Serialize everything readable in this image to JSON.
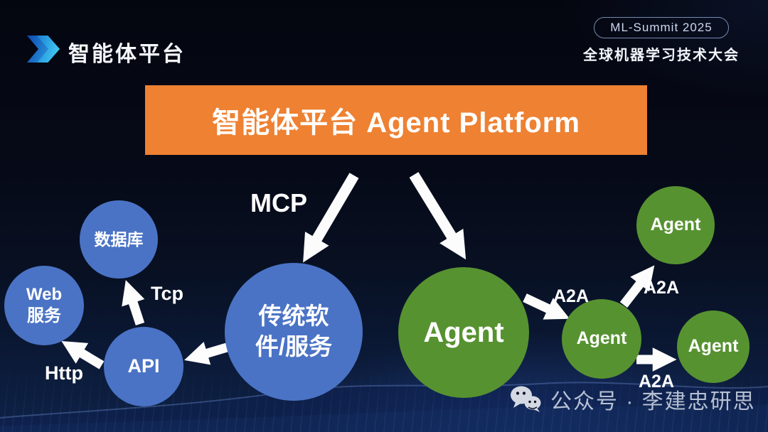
{
  "slide": {
    "header": {
      "logo_icon": "double-chevron",
      "title": "智能体平台"
    },
    "event": {
      "badge": "ML-Summit 2025",
      "name": "全球机器学习技术大会"
    },
    "banner": {
      "title": "智能体平台 Agent Platform"
    },
    "diagram": {
      "nodes": {
        "database": {
          "label": "数据库",
          "color": "#4A73C5"
        },
        "web_service": {
          "label": "Web\n服务",
          "color": "#4A73C5"
        },
        "api": {
          "label": "API",
          "color": "#4A73C5"
        },
        "legacy_software": {
          "label": "传统软\n件/服务",
          "color": "#4A73C5"
        },
        "agent_main": {
          "label": "Agent",
          "color": "#579231"
        },
        "agent_top_right": {
          "label": "Agent",
          "color": "#579231"
        },
        "agent_mid_right": {
          "label": "Agent",
          "color": "#579231"
        },
        "agent_bottom_right": {
          "label": "Agent",
          "color": "#579231"
        }
      },
      "edges": [
        {
          "from": "agent_platform_banner",
          "to": "legacy_software",
          "label": "MCP"
        },
        {
          "from": "agent_platform_banner",
          "to": "agent_main",
          "label": ""
        },
        {
          "from": "api",
          "to": "database",
          "label": "Tcp"
        },
        {
          "from": "api",
          "to": "web_service",
          "label": "Http"
        },
        {
          "from": "legacy_software",
          "to": "api",
          "label": ""
        },
        {
          "from": "agent_main",
          "to": "agent_mid_right",
          "label": "A2A"
        },
        {
          "from": "agent_mid_right",
          "to": "agent_top_right",
          "label": "A2A"
        },
        {
          "from": "agent_mid_right",
          "to": "agent_bottom_right",
          "label": "A2A"
        }
      ]
    },
    "watermark": {
      "icon": "wechat",
      "text": "公众号 · 李建忠研思"
    },
    "colors": {
      "banner_orange": "#EE8132",
      "node_blue": "#4A73C5",
      "node_green": "#579231",
      "background_navy": "#060A18",
      "arrow_white": "#FFFFFF"
    }
  }
}
